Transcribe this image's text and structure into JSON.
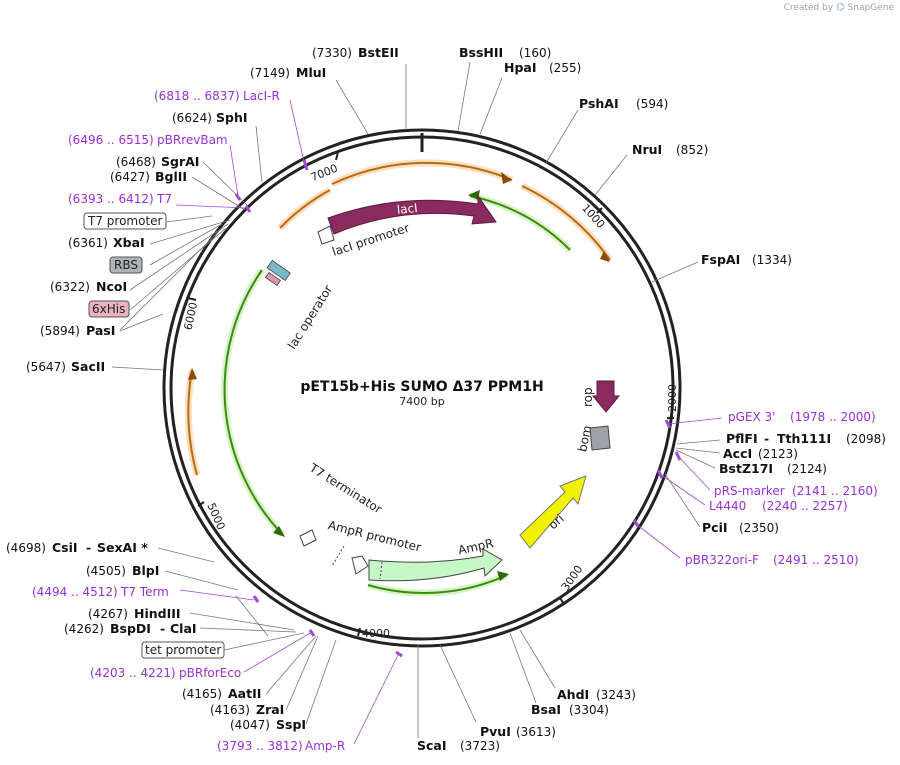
{
  "watermark": {
    "prefix": "Created by",
    "brand": "SnapGene"
  },
  "map": {
    "title": "pET15b+His SUMO Δ37 PPM1H",
    "length": "7400 bp",
    "tick_labels": [
      "1000",
      "2000",
      "3000",
      "4000",
      "5000",
      "6000",
      "7000"
    ]
  },
  "features": [
    {
      "label": "lacI",
      "kind": "cds",
      "color": "#8b2a5e"
    },
    {
      "label": "lacI promoter",
      "kind": "promoter"
    },
    {
      "label": "lac operator",
      "kind": "protein_bind"
    },
    {
      "label": "rop",
      "kind": "cds",
      "color": "#8b2a5e"
    },
    {
      "label": "bom",
      "kind": "misc",
      "color": "#9ea3a8"
    },
    {
      "label": "ori",
      "kind": "rep_origin",
      "color": "#f2f200"
    },
    {
      "label": "AmpR",
      "kind": "cds",
      "color": "#c6f7c6"
    },
    {
      "label": "AmpR promoter",
      "kind": "promoter"
    },
    {
      "label": "T7 terminator",
      "kind": "terminator"
    }
  ],
  "boxed_features": [
    {
      "label": "T7 promoter",
      "style": "white"
    },
    {
      "label": "RBS",
      "style": "gray"
    },
    {
      "label": "6xHis",
      "style": "pink"
    },
    {
      "label": "tet promoter",
      "style": "white"
    }
  ],
  "sites": [
    {
      "name": "BstEII",
      "pos": "(7330)"
    },
    {
      "name": "BssHII",
      "pos": "(160)"
    },
    {
      "name": "MluI",
      "pos": "(7149)"
    },
    {
      "name": "HpaI",
      "pos": "(255)"
    },
    {
      "name": "PshAI",
      "pos": "(594)"
    },
    {
      "name": "SphI",
      "pos": "(6624)"
    },
    {
      "name": "NruI",
      "pos": "(852)"
    },
    {
      "name": "SgrAI",
      "pos": "(6468)"
    },
    {
      "name": "BglII",
      "pos": "(6427)"
    },
    {
      "name": "XbaI",
      "pos": "(6361)"
    },
    {
      "name": "FspAI",
      "pos": "(1334)"
    },
    {
      "name": "NcoI",
      "pos": "(6322)"
    },
    {
      "name": "PasI",
      "pos": "(5894)"
    },
    {
      "name": "SacII",
      "pos": "(5647)"
    },
    {
      "name": "PflFI",
      "pos": "(2098)",
      "alias": "Tth111I"
    },
    {
      "name": "AccI",
      "pos": "(2123)"
    },
    {
      "name": "BstZ17I",
      "pos": "(2124)"
    },
    {
      "name": "PciI",
      "pos": "(2350)"
    },
    {
      "name": "CsiI",
      "pos": "(4698)",
      "alias": "SexAI *"
    },
    {
      "name": "BlpI",
      "pos": "(4505)"
    },
    {
      "name": "HindIII",
      "pos": "(4267)"
    },
    {
      "name": "BspDI",
      "pos": "(4262)",
      "alias": "ClaI"
    },
    {
      "name": "AatII",
      "pos": "(4165)"
    },
    {
      "name": "ZraI",
      "pos": "(4163)"
    },
    {
      "name": "SspI",
      "pos": "(4047)"
    },
    {
      "name": "ScaI",
      "pos": "(3723)"
    },
    {
      "name": "PvuI",
      "pos": "(3613)"
    },
    {
      "name": "BsaI",
      "pos": "(3304)"
    },
    {
      "name": "AhdI",
      "pos": "(3243)"
    }
  ],
  "primers": [
    {
      "name": "LacI-R",
      "range": "(6818 .. 6837)"
    },
    {
      "name": "pBRrevBam",
      "range": "(6496 .. 6515)"
    },
    {
      "name": "T7",
      "range": "(6393 .. 6412)"
    },
    {
      "name": "pGEX 3'",
      "range": "(1978 .. 2000)"
    },
    {
      "name": "pRS-marker",
      "range": "(2141 .. 2160)"
    },
    {
      "name": "L4440",
      "range": "(2240 .. 2257)"
    },
    {
      "name": "pBR322ori-F",
      "range": "(2491 .. 2510)"
    },
    {
      "name": "T7 Term",
      "range": "(4494 .. 4512)"
    },
    {
      "name": "pBRforEco",
      "range": "(4203 .. 4221)"
    },
    {
      "name": "Amp-R",
      "range": "(3793 .. 3812)"
    }
  ]
}
